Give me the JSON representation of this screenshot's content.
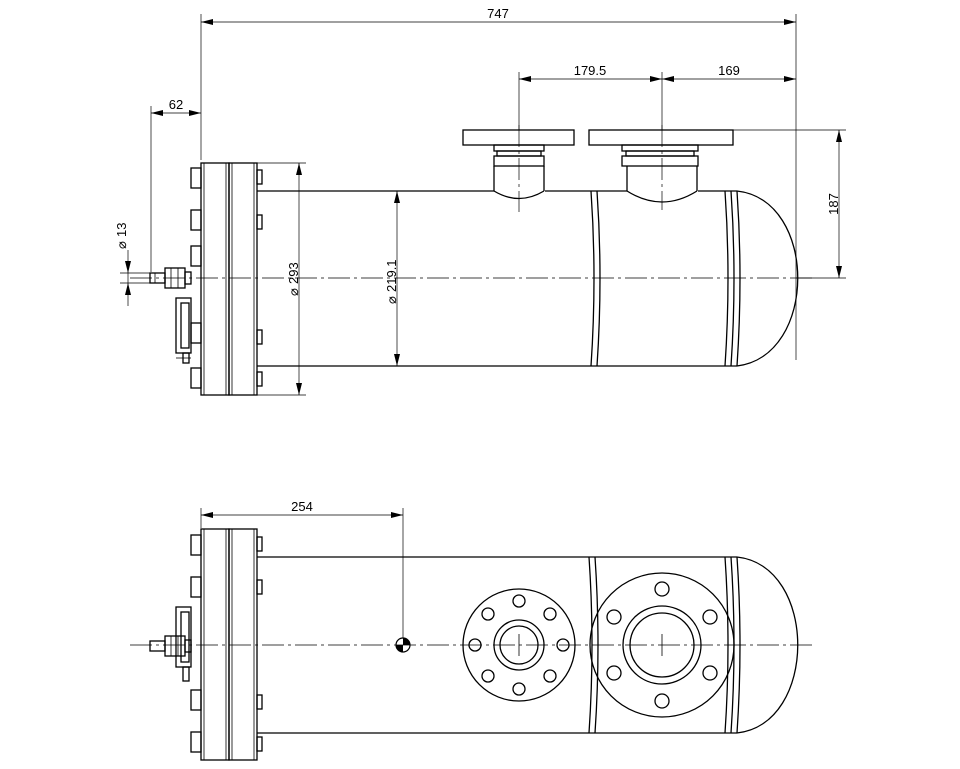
{
  "dimensions": {
    "overall_length": "747",
    "nozzle_1_to_nozzle_2": "179.5",
    "nozzle_2_to_end": "169",
    "flange_thickness": "62",
    "connector_diameter": "13",
    "flange_diameter": "293",
    "shell_diameter": "219.1",
    "nozzle_height": "187",
    "plan_offset": "254"
  },
  "symbols": {
    "diameter": "⌀"
  }
}
